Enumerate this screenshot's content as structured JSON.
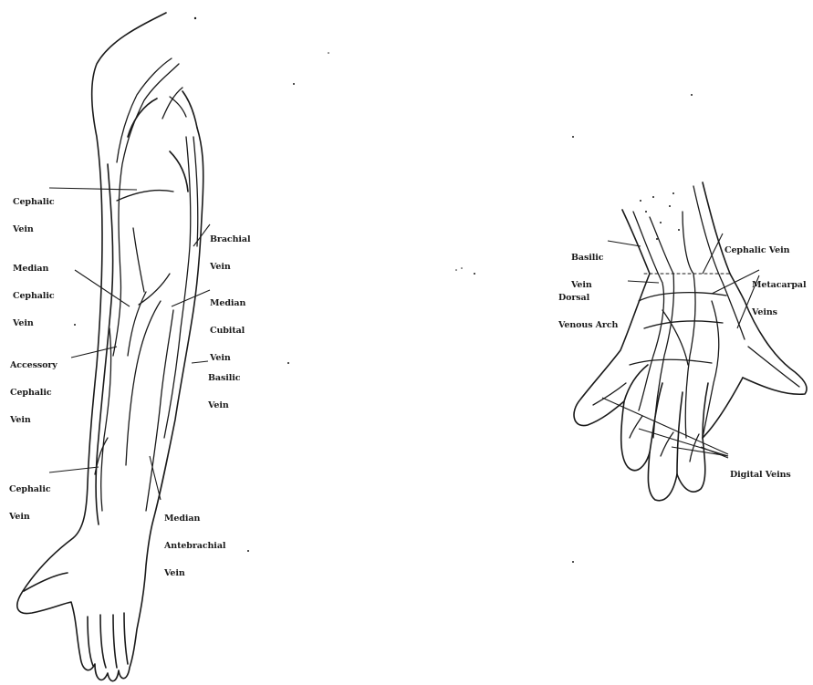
{
  "arm_labels": {
    "cephalic_upper": [
      "Cephalic",
      "Vein"
    ],
    "median_cephalic": [
      "Median",
      "Cephalic",
      "Vein"
    ],
    "accessory_cephalic": [
      "Accessory",
      "Cephalic",
      "Vein"
    ],
    "cephalic_lower": [
      "Cephalic",
      "Vein"
    ],
    "brachial": [
      "Brachial",
      "Vein"
    ],
    "median_cubital": [
      "Median",
      "Cubital",
      "Vein"
    ],
    "basilic": [
      "Basilic",
      "Vein"
    ],
    "median_antebrachial": [
      "Median",
      "Antebrachial",
      "Vein"
    ]
  },
  "hand_labels": {
    "basilic": [
      "Basilic",
      "Vein"
    ],
    "cephalic": [
      "Cephalic Vein"
    ],
    "dorsal_arch": [
      "Dorsal",
      "Venous Arch"
    ],
    "metacarpal": [
      "Metacarpal",
      "Veins"
    ],
    "digital": [
      "Digital Veins"
    ]
  },
  "colors": {
    "ink": "#1a1a1a",
    "background": "#ffffff"
  }
}
